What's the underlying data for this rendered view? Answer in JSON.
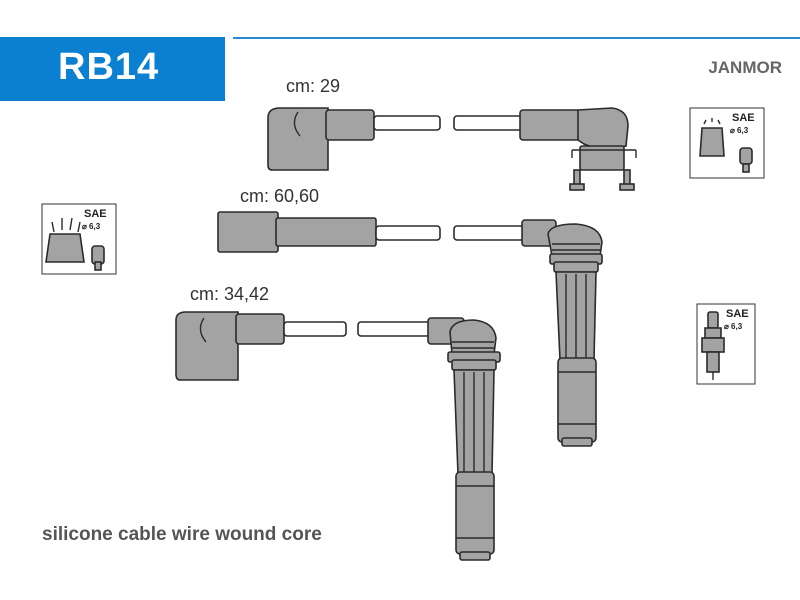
{
  "header": {
    "part_code": "RB14",
    "brand": "JANMOR"
  },
  "cables": [
    {
      "length_label": "cm: 29"
    },
    {
      "length_label": "cm: 60,60"
    },
    {
      "length_label": "cm: 34,42"
    }
  ],
  "sae_boxes": [
    {
      "title": "SAE",
      "sub": "⌀ 6,3"
    },
    {
      "title": "SAE",
      "sub": "⌀ 6,3"
    },
    {
      "title": "SAE",
      "sub": "⌀ 6,3"
    }
  ],
  "footer": {
    "description": "silicone cable wire wound core"
  },
  "colors": {
    "badge_blue": "#0b7fd0",
    "cable_gray": "#a0a0a0",
    "outline": "#2b2b2b"
  }
}
